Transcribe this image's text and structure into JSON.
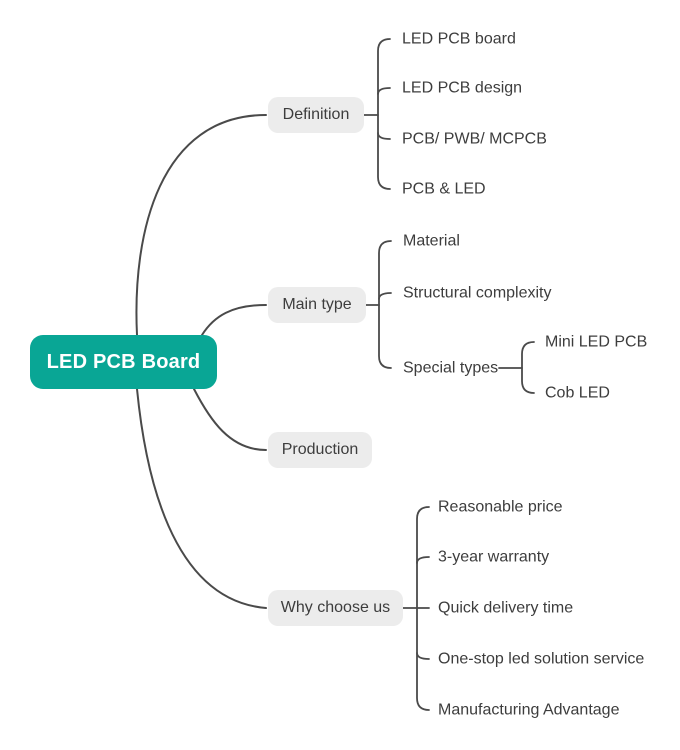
{
  "title": "LED PCB Board mind map",
  "colors": {
    "accent": "#09a695",
    "root_text": "#ffffff",
    "node_bg": "#ececec",
    "node_text": "#3d3d3d",
    "line": "#4a4a4a",
    "canvas_bg": "#ffffff"
  },
  "root": {
    "label": "LED PCB Board"
  },
  "branches": [
    {
      "label": "Definition",
      "children": [
        {
          "label": "LED PCB board"
        },
        {
          "label": "LED PCB design"
        },
        {
          "label": "PCB/ PWB/ MCPCB"
        },
        {
          "label": "PCB & LED"
        }
      ]
    },
    {
      "label": "Main type",
      "children": [
        {
          "label": "Material"
        },
        {
          "label": "Structural complexity"
        },
        {
          "label": "Special types",
          "children": [
            {
              "label": "Mini LED PCB"
            },
            {
              "label": "Cob LED"
            }
          ]
        }
      ]
    },
    {
      "label": "Production",
      "children": []
    },
    {
      "label": "Why choose us",
      "children": [
        {
          "label": "Reasonable price"
        },
        {
          "label": "3-year warranty"
        },
        {
          "label": "Quick delivery time"
        },
        {
          "label": "One-stop led solution service"
        },
        {
          "label": "Manufacturing Advantage"
        }
      ]
    }
  ]
}
